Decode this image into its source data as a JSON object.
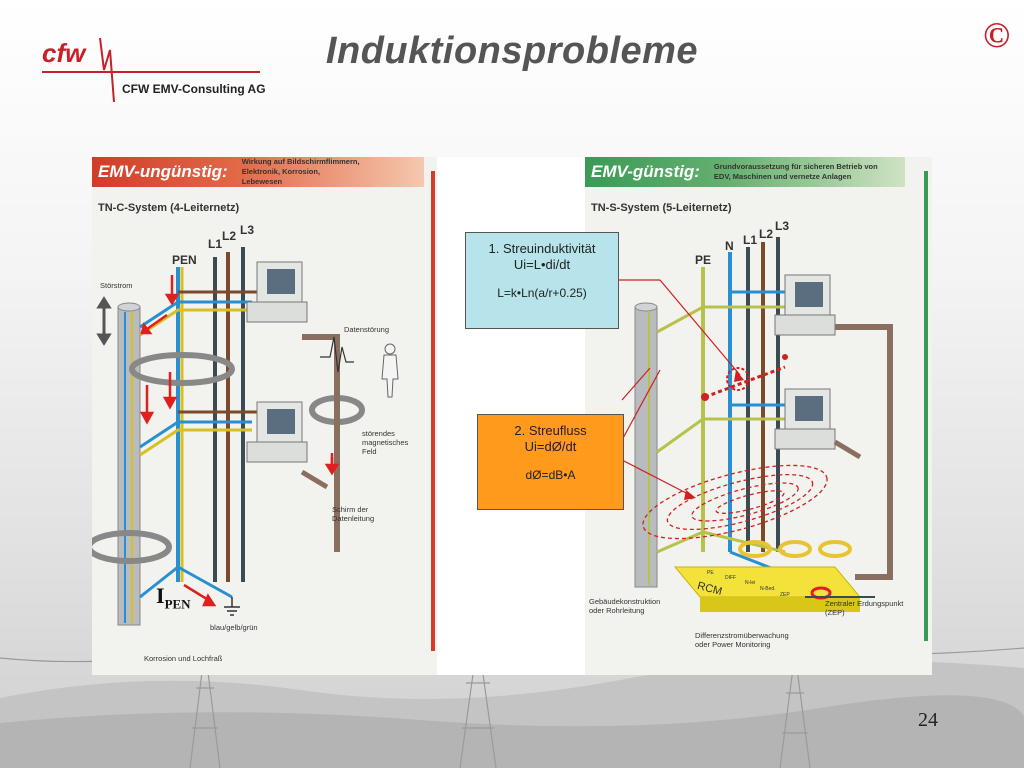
{
  "slide": {
    "title": "Induktionsprobleme",
    "copyright_symbol": "©",
    "page_number": "24",
    "logo": {
      "wordmark": "cfw",
      "company": "CFW EMV-Consulting AG"
    }
  },
  "left_panel": {
    "header_title": "EMV-ungünstig:",
    "header_description": "Wirkung auf Bildschirmflimmern, Elektronik, Korrosion, Lebewesen",
    "system_title": "TN-C-System (4-Leiternetz)",
    "conductors": [
      "PEN",
      "L1",
      "L2",
      "L3"
    ],
    "labels": {
      "stoerstrom": "Störstrom",
      "datenstoerung": "Datenstörung",
      "magnetfeld": "störendes magnetisches Feld",
      "schirm": "Schirm der Datenleitung",
      "erde": "blau/gelb/grün",
      "korrosion": "Korrosion und Lochfraß"
    },
    "current_label": {
      "main": "I",
      "sub": "PEN"
    }
  },
  "right_panel": {
    "header_title": "EMV-günstig:",
    "header_description": "Grundvoraussetzung für sicheren Betrieb von EDV, Maschinen und vernetze Anlagen",
    "system_title": "TN-S-System (5-Leiternetz)",
    "conductors": [
      "PE",
      "N",
      "L1",
      "L2",
      "L3"
    ],
    "labels": {
      "gebaeude": "Gebäudekonstruktion oder Rohrleitung",
      "rcm_title": "Differenzstromüberwachung oder Power Monitoring",
      "zep": "Zentraler Erdungspunkt (ZEP)",
      "rcm": "RCM",
      "pe": "PE",
      "diff": "DIFF",
      "nlei": "N-lei",
      "nbed": "N-Bed.",
      "zep_short": "ZEP"
    }
  },
  "callouts": {
    "box1": {
      "line1": "1. Streuinduktivität",
      "line2": "Ui=L•di/dt",
      "line3": "L=k•Ln(a/r+0.25)"
    },
    "box2": {
      "line1": "2. Streufluss",
      "line2": "Ui=dØ/dt",
      "line3": "dØ=dB•A"
    }
  },
  "colors": {
    "title_gray": "#555555",
    "accent_red": "#c8202a",
    "callout_blue": "#b7e4ea",
    "callout_orange": "#ff9a1c",
    "wire_blue": "#2a8fd0",
    "wire_yellow_green": "#b8c24a",
    "wire_brown": "#7a4a2c",
    "wire_dark": "#3c4a52"
  }
}
